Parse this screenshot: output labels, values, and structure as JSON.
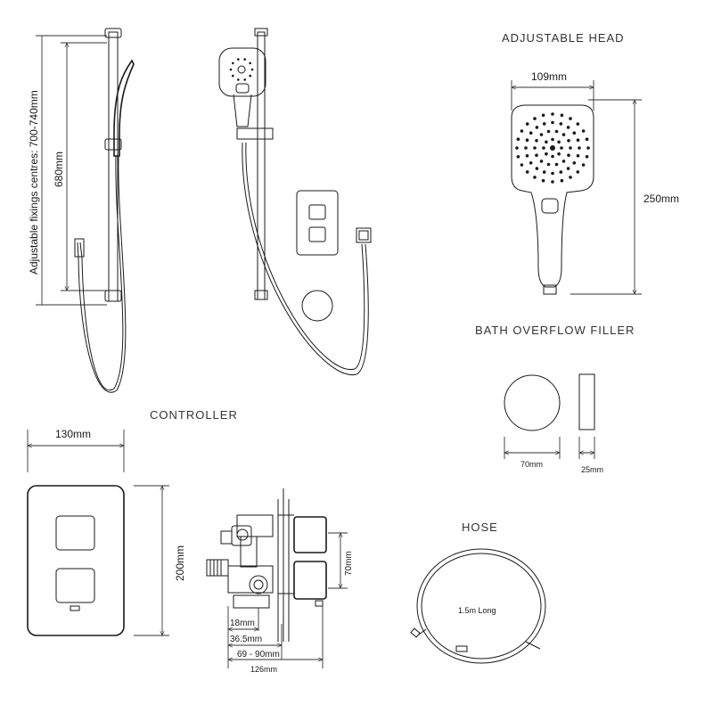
{
  "titles": {
    "adjustable_head": "ADJUSTABLE HEAD",
    "bath_overflow_filler": "BATH OVERFLOW FILLER",
    "controller": "CONTROLLER",
    "hose": "HOSE"
  },
  "dimensions": {
    "fixings_centres": "Adjustable fixings centres: 700-740mm",
    "rail_length": "680mm",
    "head_width": "109mm",
    "head_height": "250mm",
    "filler_diameter": "70mm",
    "filler_depth": "25mm",
    "controller_width": "130mm",
    "controller_height": "200mm",
    "valve_height": "70mm",
    "valve_18": "18mm",
    "valve_36": "36.5mm",
    "valve_69_90": "69 - 90mm",
    "valve_126": "126mm",
    "hose_length": "1.5m Long"
  }
}
